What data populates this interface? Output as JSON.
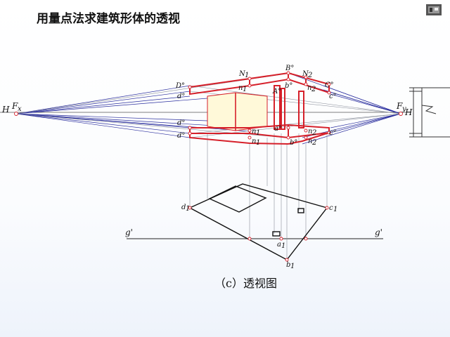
{
  "title": "用量点法求建筑形体的透视",
  "caption": "（c）透视图",
  "logo_icon": "building-logo-icon",
  "colors": {
    "red": "#d6202a",
    "blue": "#2b2f9e",
    "grey": "#8a8f9a",
    "cream": "#fff9d9"
  },
  "labels": {
    "H_left": "H",
    "Fx": "F",
    "Fx_sub": "x",
    "Fy": "F",
    "Fy_sub": "y",
    "H_right": "H",
    "D0": "D°",
    "d0_top": "d°",
    "d0_mid": "d°",
    "d0_bot": "d°",
    "N1_top": "N",
    "N1_sub": "1",
    "n1_a": "n",
    "n1_sub": "1",
    "B0": "B°",
    "b0_top": "b°",
    "N2_top": "N",
    "N2_sub": "2",
    "n2_a": "n",
    "n2_sub": "2",
    "C0": "C°",
    "c0_top": "c°",
    "c0_bot": "c°",
    "a0_top": "A°",
    "a0_bot": "a°",
    "b0_bot": "b°",
    "d1": "d",
    "d1_sub": "1",
    "c1": "c",
    "c1_sub": "1",
    "a1": "a",
    "a1_sub": "1",
    "b1": "b",
    "b1_sub": "1",
    "g_left": "g'",
    "g_right": "g'"
  }
}
